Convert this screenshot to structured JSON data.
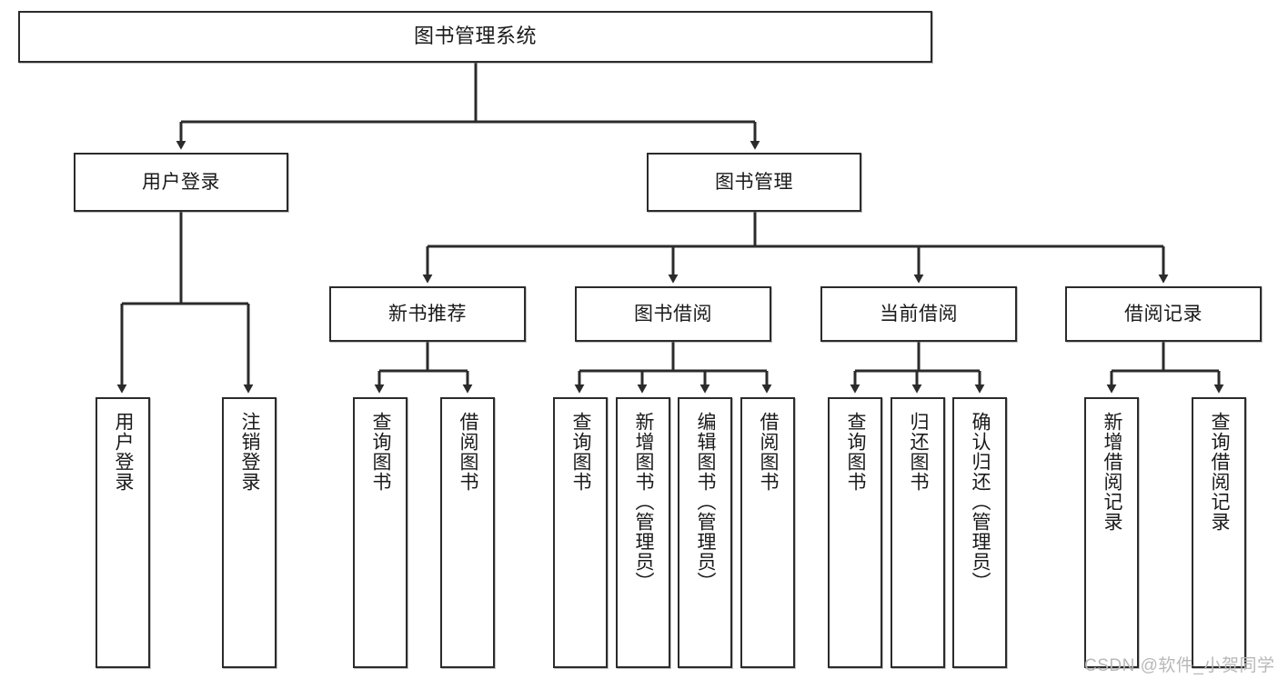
{
  "diagram": {
    "title": "图书管理系统",
    "type": "tree-hierarchy",
    "colors": {
      "stroke": "#2b2b2b",
      "fill": "#ffffff",
      "text": "#1a1a1a",
      "watermark": "#b8b8b8"
    },
    "nodes": {
      "root": {
        "label": "图书管理系统"
      },
      "level2": [
        {
          "id": "user-login",
          "label": "用户登录"
        },
        {
          "id": "book-management",
          "label": "图书管理"
        }
      ],
      "level3": [
        {
          "id": "new-book-recommend",
          "label": "新书推荐"
        },
        {
          "id": "book-borrow",
          "label": "图书借阅"
        },
        {
          "id": "current-borrow",
          "label": "当前借阅"
        },
        {
          "id": "borrow-record",
          "label": "借阅记录"
        }
      ],
      "leaves": {
        "user-login": [
          {
            "id": "leaf-user-login",
            "label": "用户登录"
          },
          {
            "id": "leaf-logout-login",
            "label": "注销登录"
          }
        ],
        "new-book-recommend": [
          {
            "id": "leaf-query-book-1",
            "label": "查询图书"
          },
          {
            "id": "leaf-borrow-book-1",
            "label": "借阅图书"
          }
        ],
        "book-borrow": [
          {
            "id": "leaf-query-book-2",
            "label": "查询图书"
          },
          {
            "id": "leaf-add-book",
            "label": "新增图书（管理员）"
          },
          {
            "id": "leaf-edit-book",
            "label": "编辑图书（管理员）"
          },
          {
            "id": "leaf-borrow-book-2",
            "label": "借阅图书"
          }
        ],
        "current-borrow": [
          {
            "id": "leaf-query-book-3",
            "label": "查询图书"
          },
          {
            "id": "leaf-return-book",
            "label": "归还图书"
          },
          {
            "id": "leaf-confirm-return",
            "label": "确认归还（管理员）"
          }
        ],
        "borrow-record": [
          {
            "id": "leaf-add-record",
            "label": "新增借阅记录"
          },
          {
            "id": "leaf-query-record",
            "label": "查询借阅记录"
          }
        ]
      }
    },
    "watermark": "CSDN @软件_小贺同学"
  }
}
